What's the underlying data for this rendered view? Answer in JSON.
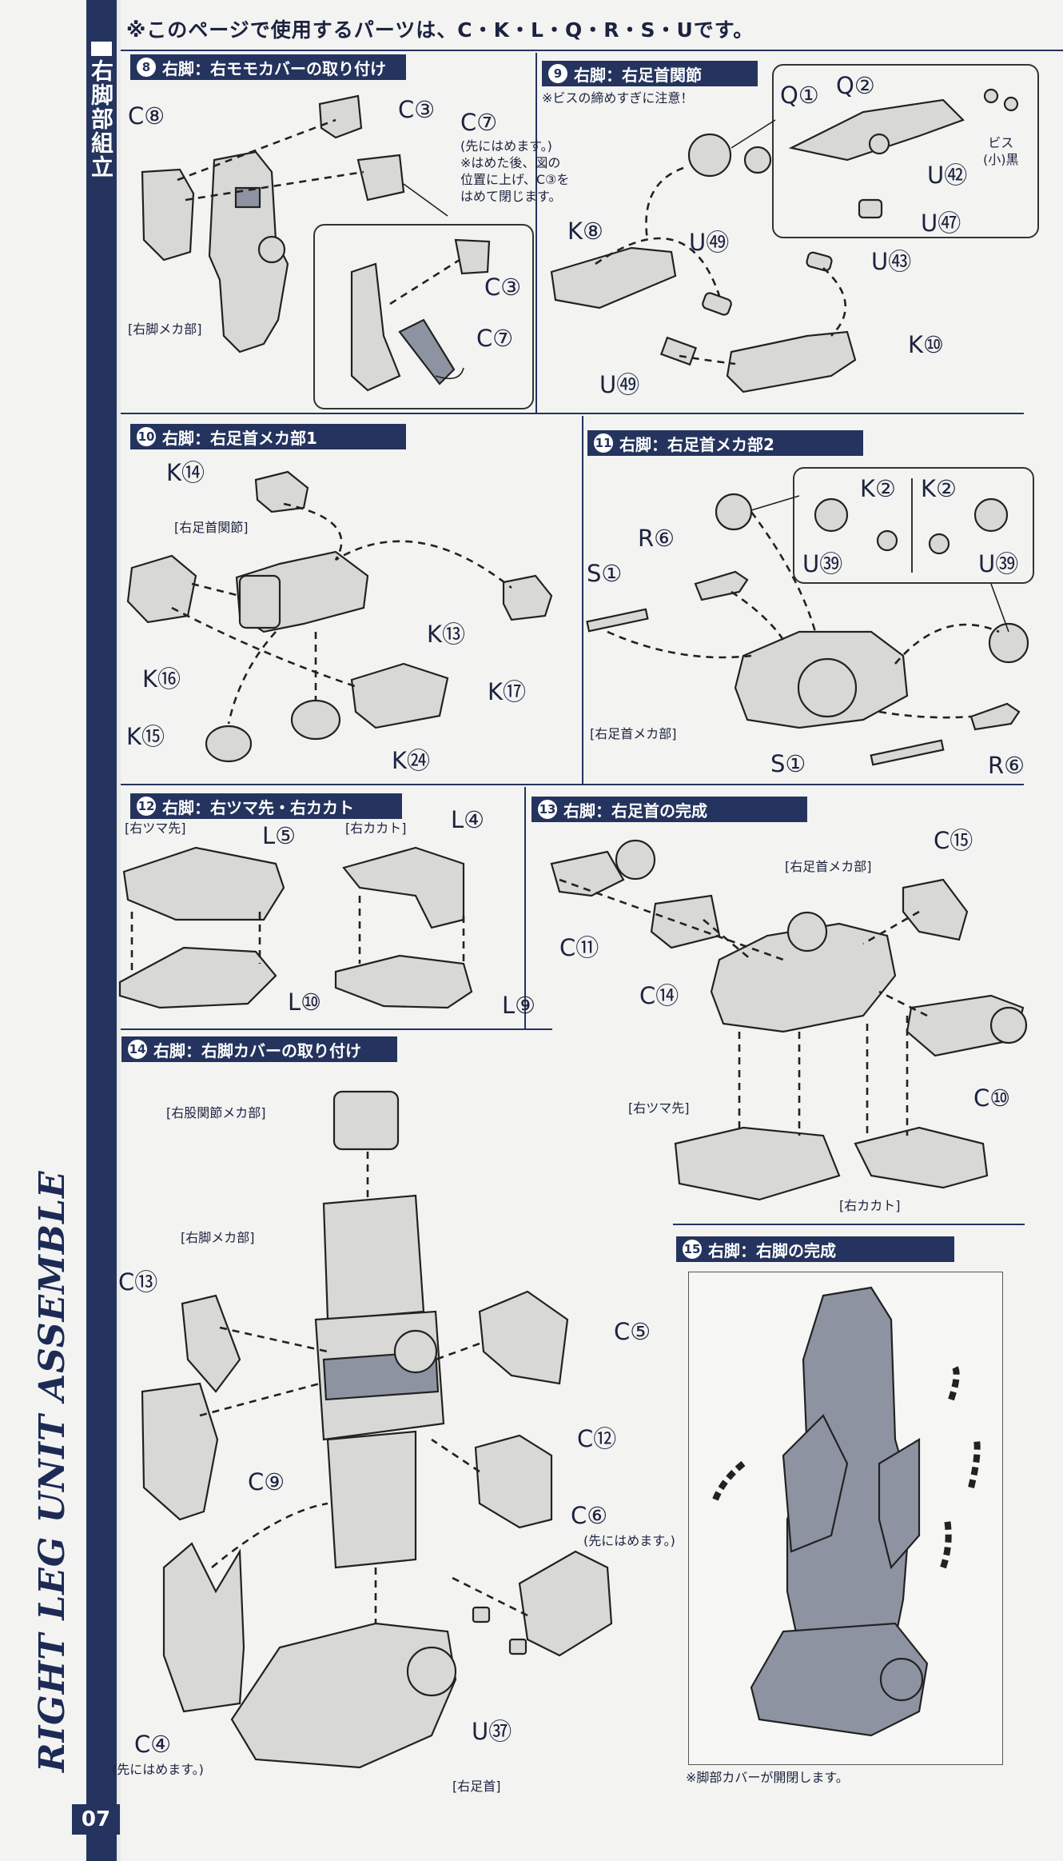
{
  "header": {
    "parts_notice": "※このページで使用するパーツは、C・K・L・Q・R・S・Uです。"
  },
  "side": {
    "section_title": "右脚部組立",
    "english_title": "RIGHT LEG UNIT ASSEMBLE",
    "page_number": "07"
  },
  "steps": [
    {
      "number": "8",
      "title": "右脚：右モモカバーの取り付け"
    },
    {
      "number": "9",
      "title": "右脚：右足首関節"
    },
    {
      "number": "10",
      "title": "右脚：右足首メカ部1"
    },
    {
      "number": "11",
      "title": "右脚：右足首メカ部2"
    },
    {
      "number": "12",
      "title": "右脚：右ツマ先・右カカト"
    },
    {
      "number": "13",
      "title": "右脚：右足首の完成"
    },
    {
      "number": "14",
      "title": "右脚：右脚カバーの取り付け"
    },
    {
      "number": "15",
      "title": "右脚：右脚の完成"
    }
  ],
  "step8": {
    "parts": [
      "C⑧",
      "C③",
      "C⑦",
      "C③",
      "C⑦"
    ],
    "note_c7": "(先にはめます。)\n※はめた後、図の\n位置に上げ、C③を\nはめて閉じます。",
    "mecha_label": "[右脚メカ部]"
  },
  "step9": {
    "caution": "※ビスの締めすぎに注意！",
    "parts": [
      "Q①",
      "Q②",
      "U㊷",
      "U㊼",
      "K⑧",
      "U㊾",
      "U㊸",
      "K⑩",
      "U㊾"
    ],
    "screw_label": "ビス\n(小)黒"
  },
  "step10": {
    "joint_label": "[右足首関節]",
    "parts": [
      "K⑭",
      "K⑬",
      "K⑯",
      "K⑰",
      "K⑮",
      "K㉔"
    ]
  },
  "step11": {
    "parts": [
      "R⑥",
      "S①",
      "K②",
      "K②",
      "U㊴",
      "U㊴",
      "S①",
      "R⑥"
    ],
    "mecha_label": "[右足首メカ部]"
  },
  "step12": {
    "toe_label": "[右ツマ先]",
    "heel_label": "[右カカト]",
    "parts": [
      "L⑤",
      "L⑩",
      "L④",
      "L⑨"
    ]
  },
  "step13": {
    "mecha_label": "[右足首メカ部]",
    "toe_label": "[右ツマ先]",
    "heel_label": "[右カカト]",
    "parts": [
      "C⑮",
      "C⑪",
      "C⑭",
      "C⑩"
    ]
  },
  "step14": {
    "hip_label": "[右股関節メカ部]",
    "leg_label": "[右脚メカ部]",
    "foot_label": "[右足首]",
    "parts": [
      "C⑬",
      "C⑤",
      "C⑨",
      "C⑫",
      "C⑥",
      "C④",
      "U㊲"
    ],
    "note_c6": "(先にはめます。)",
    "note_c4": "(先にはめます。)"
  },
  "step15": {
    "note": "※脚部カバーが開閉します。"
  }
}
